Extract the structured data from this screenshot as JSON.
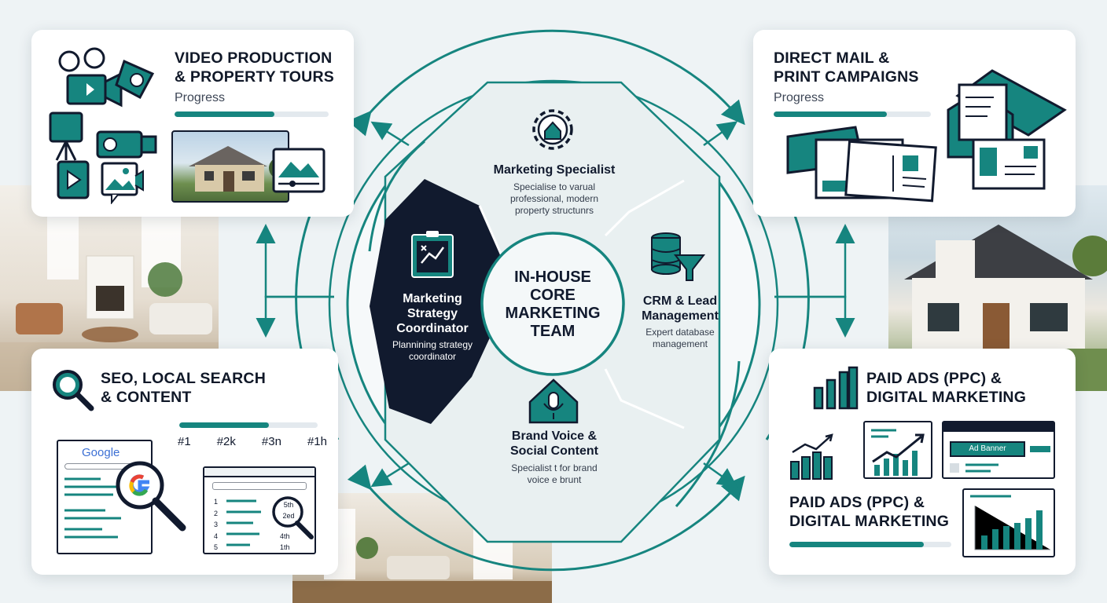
{
  "colors": {
    "teal": "#16857f",
    "navy": "#111a2e",
    "background": "#eef3f5"
  },
  "cards": {
    "video": {
      "title_line1": "VIDEO PRODUCTION",
      "title_line2": "& PROPERTY TOURS",
      "progress_label": "Progress",
      "progress": 0.65
    },
    "mail": {
      "title_line1": "DIRECT MAIL &",
      "title_line2": "PRINT CAMPAIGNS",
      "progress_label": "Progress",
      "progress": 0.72
    },
    "seo": {
      "title_line1": "SEO, LOCAL SEARCH",
      "title_line2": "& CONTENT",
      "progress": 0.65,
      "ranks": [
        "#1",
        "#2k",
        "#3n",
        "#1h"
      ],
      "search_brand": "Google",
      "list_numbers": [
        "1",
        "2",
        "3",
        "4",
        "5"
      ],
      "list_ranks": [
        "5th",
        "2ed",
        "4th",
        "1th"
      ]
    },
    "ppc": {
      "title_line1": "PAID ADS (PPC) &",
      "title_line2": "DIGITAL MARKETING",
      "title2_line1": "PAID ADS (PPC) &",
      "title2_line2": "DIGITAL MARKETING",
      "ad_banner": "Ad Banner",
      "progress": 0.83
    }
  },
  "hub": {
    "center_line1": "IN-HOUSE",
    "center_line2": "CORE",
    "center_line3": "MARKETING",
    "center_line4": "TEAM",
    "segments": {
      "specialist": {
        "title": "Marketing Specialist",
        "sub1": "Specialise to varual",
        "sub2": "professional, modern",
        "sub3": "property structunrs",
        "icon": "gear-house-icon"
      },
      "coordinator": {
        "title1": "Marketing",
        "title2": "Strategy",
        "title3": "Coordinator",
        "sub1": "Plannining strategy",
        "sub2": "coordinator",
        "icon": "strategy-board-icon"
      },
      "crm": {
        "title1": "CRM & Lead",
        "title2": "Management",
        "sub1": "Expert database",
        "sub2": "management",
        "icon": "database-funnel-icon"
      },
      "brand": {
        "title1": "Brand Voice &",
        "title2": "Social Content",
        "sub1": "Specialist t for brand",
        "sub2": "voice e brunt",
        "icon": "house-microphone-icon"
      }
    }
  }
}
